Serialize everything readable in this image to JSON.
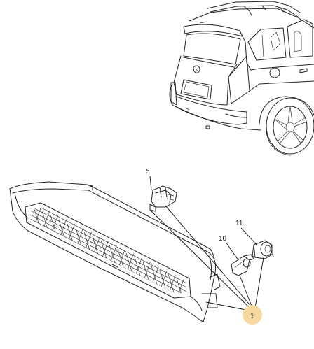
{
  "diagram": {
    "part_callouts": [
      {
        "id": "callout-5",
        "label": "5"
      },
      {
        "id": "callout-10",
        "label": "10"
      },
      {
        "id": "callout-11",
        "label": "11"
      },
      {
        "id": "callout-1",
        "label": "1"
      }
    ],
    "highlight_color": "#f7d9a0",
    "line_color": "#222222"
  }
}
